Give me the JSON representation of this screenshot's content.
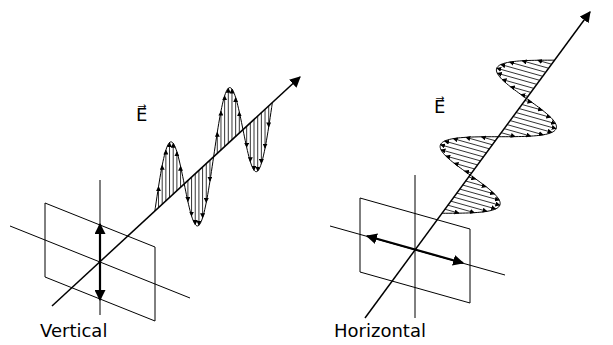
{
  "diagram": {
    "labels": [
      "E⃗",
      "E⃗",
      "Vertical",
      "Horizontal"
    ]
  }
}
